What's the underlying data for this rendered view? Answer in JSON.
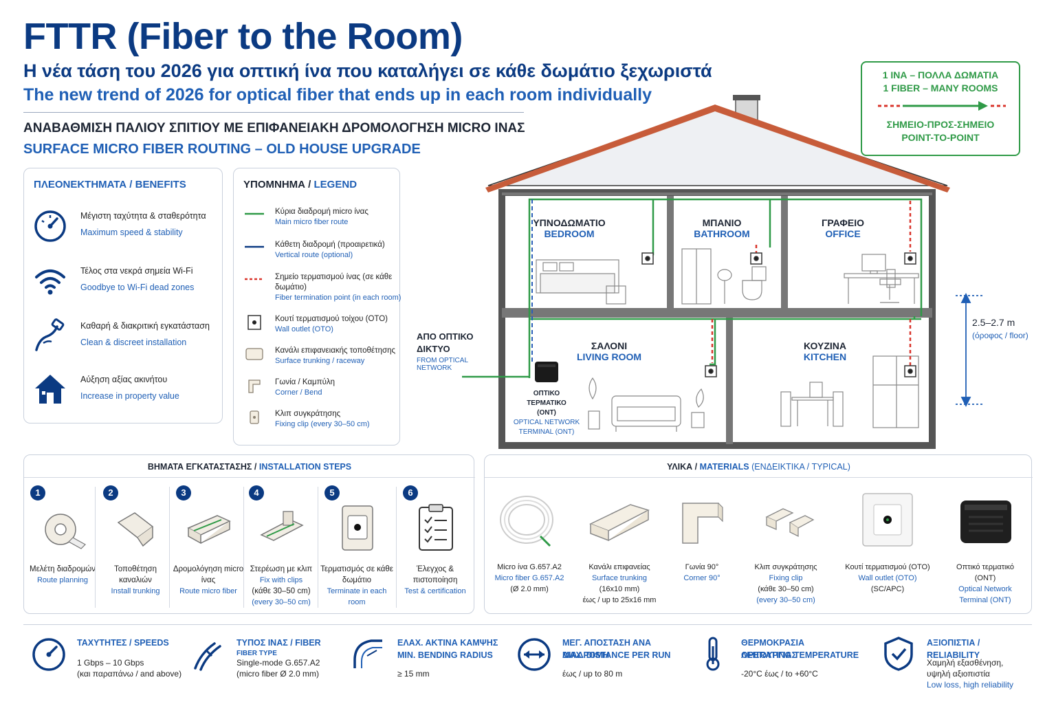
{
  "header": {
    "title": "FTTR (Fiber to the Room)",
    "subtitle_gr": "Η νέα τάση του 2026 για οπτική ίνα που καταλήγει σε κάθε δωμάτιο ξεχωριστά",
    "subtitle_en": "The new trend of 2026 for optical fiber that ends up in each room individually",
    "section_gr": "ΑΝΑΒΑΘΜΙΣΗ ΠΑΛΙΟΥ ΣΠΙΤΙΟΥ ΜΕ ΕΠΙΦΑΝΕΙΑΚΗ ΔΡΟΜΟΛΟΓΗΣΗ MICRO ΙΝΑΣ",
    "section_en": "SURFACE MICRO FIBER ROUTING – OLD HOUSE UPGRADE"
  },
  "badge": {
    "line1": "1 ΙΝΑ – ΠΟΛΛΑ ΔΩΜΑΤΙΑ",
    "line2": "1 FIBER – MANY ROOMS",
    "line3": "ΣΗΜΕΙΟ-ΠΡΟΣ-ΣΗΜΕΙΟ",
    "line4": "POINT-TO-POINT"
  },
  "benefits": {
    "heading": "ΠΛΕΟΝΕΚΤΗΜΑΤΑ / BENEFITS",
    "items": [
      {
        "gr": "Μέγιστη ταχύτητα & σταθερότητα",
        "en": "Maximum speed & stability",
        "icon": "speedometer-icon"
      },
      {
        "gr": "Τέλος στα νεκρά σημεία Wi-Fi",
        "en": "Goodbye to Wi-Fi dead zones",
        "icon": "wifi-icon"
      },
      {
        "gr": "Καθαρή & διακριτική εγκατάσταση",
        "en": "Clean & discreet installation",
        "icon": "fiber-cable-icon"
      },
      {
        "gr": "Αύξηση αξίας ακινήτου",
        "en": "Increase in property value",
        "icon": "house-icon"
      }
    ]
  },
  "legend": {
    "heading_gr": "ΥΠΟΜΝΗΜΑ",
    "heading_en": "LEGEND",
    "items": [
      {
        "gr": "Κύρια διαδρομή micro ίνας",
        "en": "Main micro fiber route"
      },
      {
        "gr": "Κάθετη διαδρομή (προαιρετικά)",
        "en": "Vertical route (optional)"
      },
      {
        "gr": "Σημείο τερματισμού ίνας (σε κάθε δωμάτιο)",
        "en": "Fiber termination point (in each room)"
      },
      {
        "gr": "Κουτί τερματισμού τοίχου (ΟΤΟ)",
        "en": "Wall outlet (OTO)"
      },
      {
        "gr": "Κανάλι επιφανειακής τοποθέτησης",
        "en": "Surface trunking / raceway"
      },
      {
        "gr": "Γωνία / Καμπύλη",
        "en": "Corner / Bend"
      },
      {
        "gr": "Κλιπ συγκράτησης",
        "en": "Fixing clip (every 30–50 cm)"
      }
    ]
  },
  "house": {
    "rooms": [
      {
        "gr": "ΥΠΝΟΔΩΜΑΤΙΟ",
        "en": "BEDROOM"
      },
      {
        "gr": "ΜΠΑΝΙΟ",
        "en": "BATHROOM"
      },
      {
        "gr": "ΓΡΑΦΕΙΟ",
        "en": "OFFICE"
      },
      {
        "gr": "ΣΑΛΟΝΙ",
        "en": "LIVING ROOM"
      },
      {
        "gr": "ΚΟΥΖΙΝΑ",
        "en": "KITCHEN"
      }
    ],
    "network_gr_1": "ΑΠΟ ΟΠΤΙΚΟ",
    "network_gr_2": "ΔΙΚΤΥΟ",
    "network_en": "FROM OPTICAL NETWORK",
    "ont_gr_1": "ΟΠΤΙΚΟ",
    "ont_gr_2": "ΤΕΡΜΑΤΙΚΟ",
    "ont_gr_3": "(ONT)",
    "ont_en_1": "OPTICAL NETWORK",
    "ont_en_2": "TERMINAL (ONT)",
    "height_value": "2.5–2.7 m",
    "height_note": "(όροφος / floor)"
  },
  "steps": {
    "heading_gr": "ΒΗΜΑΤΑ ΕΓΚΑΤΑΣΤΑΣΗΣ",
    "heading_en": "INSTALLATION STEPS",
    "items": [
      {
        "num": "1",
        "gr": "Μελέτη διαδρομών",
        "en": "Route planning"
      },
      {
        "num": "2",
        "gr": "Τοποθέτηση καναλιών",
        "en": "Install trunking"
      },
      {
        "num": "3",
        "gr": "Δρομολόγηση micro ίνας",
        "en": "Route micro fiber"
      },
      {
        "num": "4",
        "gr": "Στερέωση με κλιπ",
        "en": "Fix with clips",
        "note_gr": "(κάθε 30–50 cm)",
        "note_en": "(every 30–50 cm)"
      },
      {
        "num": "5",
        "gr": "Τερματισμός σε κάθε δωμάτιο",
        "en": "Terminate in each room"
      },
      {
        "num": "6",
        "gr": "Έλεγχος & πιστοποίηση",
        "en": "Test & certification"
      }
    ]
  },
  "materials": {
    "heading_gr": "ΥΛΙΚΑ",
    "heading_en": "MATERIALS",
    "heading_note_gr": "ΕΝΔΕΙΚΤΙΚΑ",
    "heading_note_en": "TYPICAL",
    "items": [
      {
        "gr": "Micro ίνα G.657.A2",
        "en": "Micro fiber G.657.A2",
        "note": "(Ø 2.0 mm)"
      },
      {
        "gr": "Κανάλι επιφανείας",
        "en": "Surface trunking",
        "note": "(16x10 mm)",
        "note2": "έως / up to 25x16 mm"
      },
      {
        "gr": "Γωνία 90°",
        "en": "Corner 90°"
      },
      {
        "gr": "Κλιπ συγκράτησης",
        "en": "Fixing clip",
        "note": "(κάθε 30–50 cm)",
        "note2": "(every 30–50 cm)"
      },
      {
        "gr": "Κουτί τερματισμού (ΟΤΟ)",
        "en": "Wall outlet (OTO)",
        "note": "(SC/APC)"
      },
      {
        "gr": "Οπτικό τερματικό",
        "en": "Optical Network Terminal (ONT)",
        "note": "(ONT)"
      }
    ]
  },
  "specs": [
    {
      "h1": "ΤΑΧΥΤΗΤΕΣ / SPEEDS",
      "b1": "1 Gbps – 10 Gbps",
      "b2": "(και παραπάνω / and above)"
    },
    {
      "h1": "ΤΥΠΟΣ ΙΝΑΣ / FIBER",
      "h2": "FIBER TYPE",
      "b1": "Single-mode G.657.A2",
      "b2": "(micro fiber Ø 2.0 mm)"
    },
    {
      "h1": "ΕΛΑΧ. ΑΚΤΙΝΑ ΚΑΜΨΗΣ",
      "h2": "MIN. BENDING RADIUS",
      "b1": "≥ 15 mm"
    },
    {
      "h1": "ΜΕΓ. ΑΠΟΣΤΑΣΗ ΑΝΑ ΔΙΑΔΡΟΜΗ",
      "h2": "MAX. DISTANCE PER RUN",
      "b1": "έως / up to 80 m"
    },
    {
      "h1": "ΘΕΡΜΟΚΡΑΣΙΑ ΛΕΙΤΟΥΡΓΙΑΣ",
      "h2": "OPERATING TEMPERATURE",
      "b1": "-20°C έως / to +60°C"
    },
    {
      "h1": "ΑΞΙΟΠΙΣΤΙΑ / RELIABILITY",
      "b1": "Χαμηλή εξασθένηση,",
      "b2": "υψηλή αξιοπιστία",
      "b3": "Low loss, high reliability"
    }
  ],
  "colors": {
    "navy": "#0b3a82",
    "blue": "#1f5fb5",
    "fiber_green": "#2f9a47",
    "termination_red": "#d9342b",
    "roof": "#c75c3a"
  }
}
